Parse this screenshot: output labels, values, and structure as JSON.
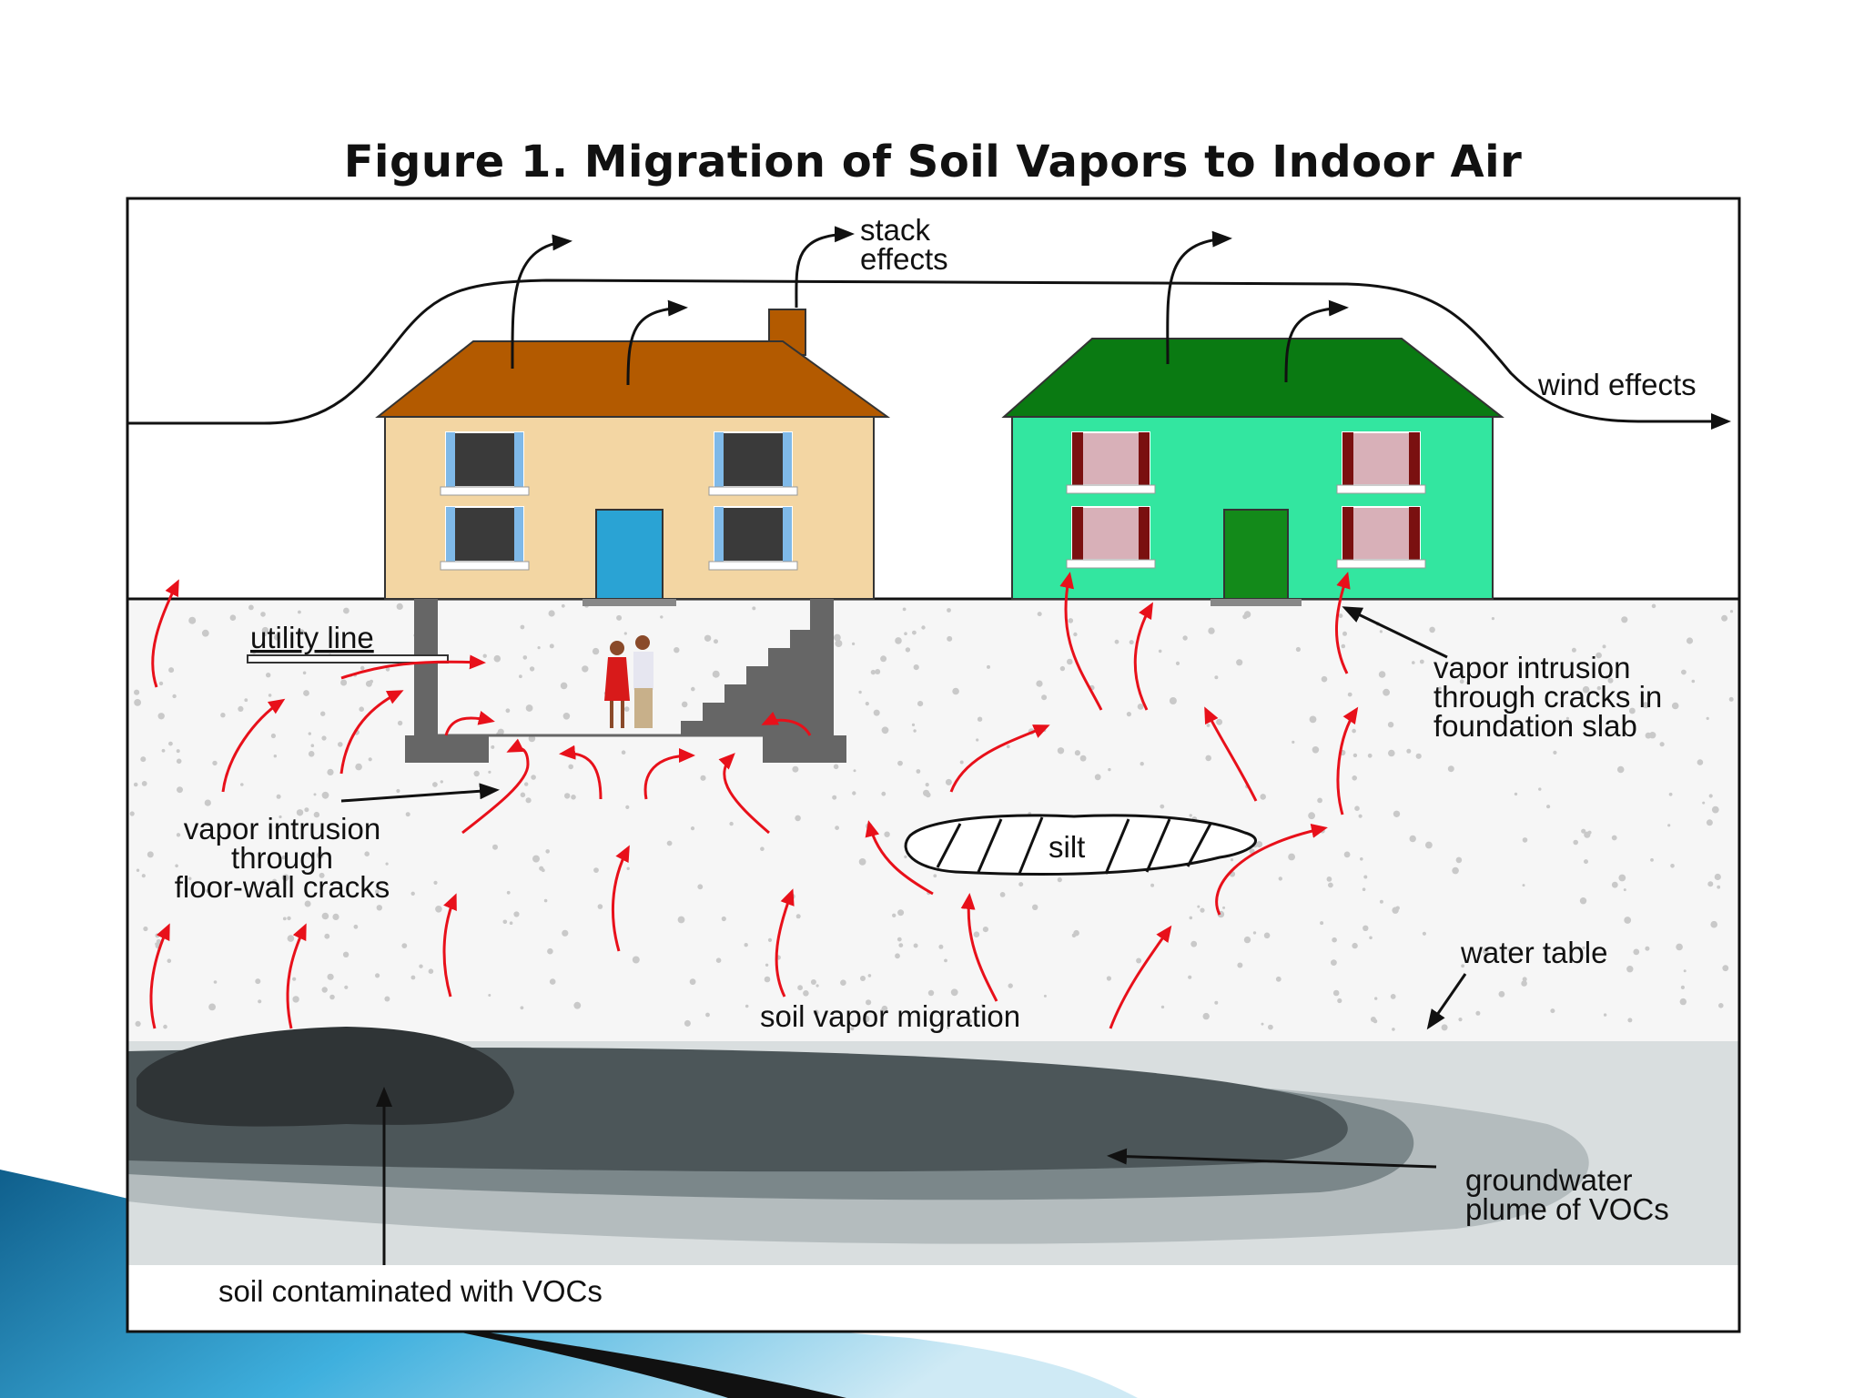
{
  "figure": {
    "title": "Figure 1. Migration of Soil Vapors to Indoor Air",
    "labels": {
      "stack_effects_1": "stack",
      "stack_effects_2": "effects",
      "wind_effects": "wind effects",
      "utility_line": "utility line",
      "slab_1": "vapor intrusion",
      "slab_2": "through cracks in",
      "slab_3": "foundation slab",
      "floor_wall_1": "vapor intrusion",
      "floor_wall_2": "through",
      "floor_wall_3": "floor-wall cracks",
      "silt": "silt",
      "water_table": "water table",
      "soil_vapor_migration": "soil vapor migration",
      "groundwater_1": "groundwater",
      "groundwater_2": "plume of VOCs",
      "soil_contaminated": "soil contaminated with VOCs"
    }
  },
  "colors": {
    "house1_roof": "#b35a00",
    "house1_wall": "#f3d6a3",
    "house1_door": "#2aa3d4",
    "house2_roof": "#0a7a12",
    "house2_wall": "#33e6a0",
    "house2_door": "#138a1a",
    "vapor_arrow": "#e8101a",
    "plume_dark": "#3a4346",
    "water_zone": "#d9dedf",
    "slide_accent": "#1a8fc4"
  }
}
